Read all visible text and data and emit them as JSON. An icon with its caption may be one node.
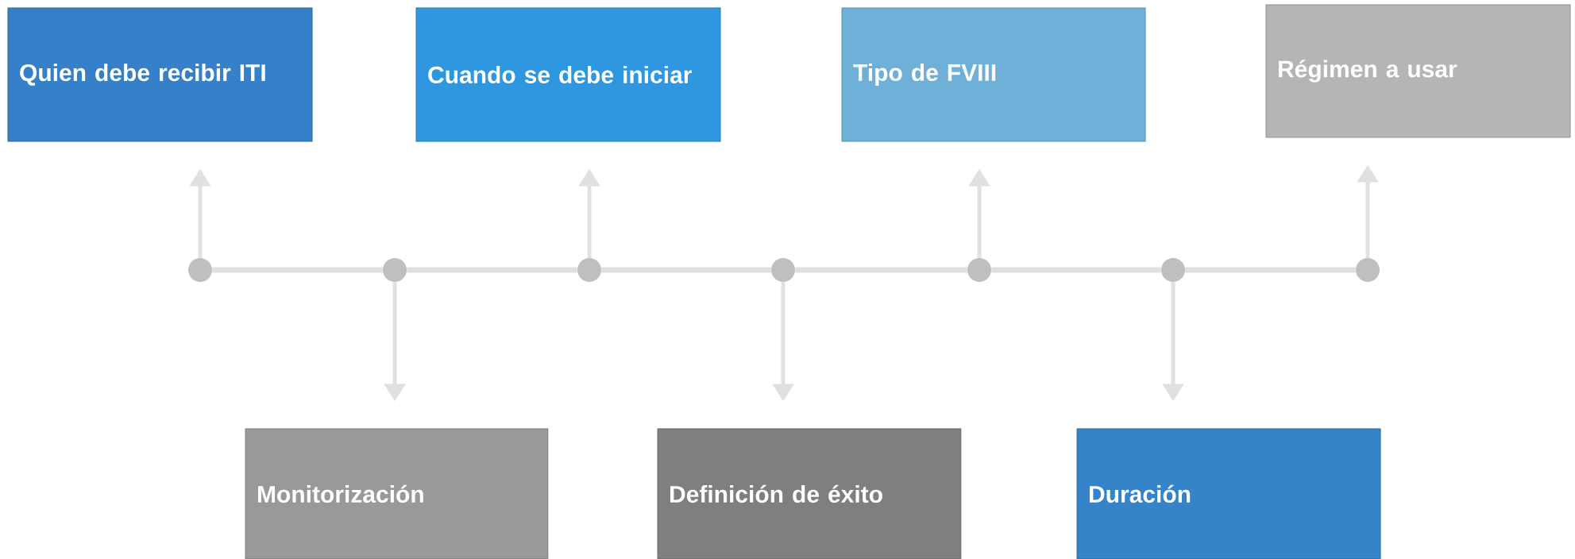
{
  "diagram": {
    "nodes": [
      {
        "text": [
          "Quien debe recibir ITI"
        ]
      },
      {
        "text": [
          "Cuando se debe iniciar"
        ]
      },
      {
        "text": [
          "Tipo de FVIII"
        ]
      },
      {
        "text": [
          "Régimen a usar"
        ]
      },
      {
        "text": [],
        "shape": "circle"
      },
      {
        "text": [],
        "shape": "circle"
      },
      {
        "text": [],
        "shape": "circle"
      },
      {
        "text": [],
        "shape": "circle"
      },
      {
        "text": [],
        "shape": "circle"
      },
      {
        "text": [],
        "shape": "circle"
      },
      {
        "text": [],
        "shape": "circle"
      },
      {
        "text": [
          "Monitorización"
        ]
      },
      {
        "text": [
          "Definición de éxito"
        ]
      },
      {
        "text": [
          "Duración"
        ]
      }
    ],
    "edges": [
      {
        "from": 4,
        "to": 0,
        "arrow": "to"
      },
      {
        "from": 5,
        "to": 11,
        "arrow": "to"
      },
      {
        "from": 6,
        "to": 1,
        "arrow": "to"
      },
      {
        "from": 7,
        "to": 12,
        "arrow": "to"
      },
      {
        "from": 8,
        "to": 2,
        "arrow": "to"
      },
      {
        "from": 9,
        "to": 13,
        "arrow": "to"
      },
      {
        "from": 10,
        "to": 3,
        "arrow": "to"
      },
      {
        "from": 4,
        "to": 5,
        "arrow": "none"
      },
      {
        "from": 5,
        "to": 6,
        "arrow": "none"
      },
      {
        "from": 6,
        "to": 7,
        "arrow": "none"
      },
      {
        "from": 7,
        "to": 8,
        "arrow": "none"
      },
      {
        "from": 8,
        "to": 9,
        "arrow": "none"
      },
      {
        "from": 9,
        "to": 10,
        "arrow": "none"
      }
    ]
  }
}
